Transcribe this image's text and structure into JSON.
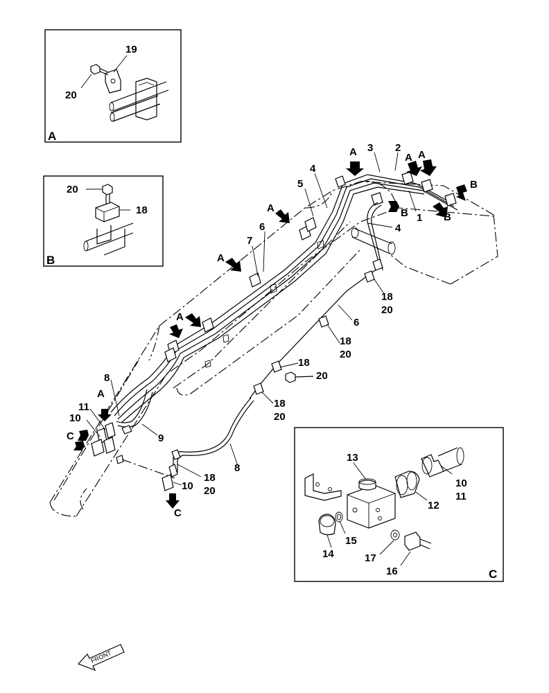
{
  "views": {
    "a": {
      "letter": "A",
      "labels": [
        "19",
        "20"
      ]
    },
    "b": {
      "letter": "B",
      "labels": [
        "20",
        "18"
      ]
    },
    "c": {
      "letter": "C",
      "labels": [
        "13",
        "10",
        "11",
        "12",
        "15",
        "14",
        "17",
        "16"
      ]
    }
  },
  "callouts": {
    "n1": "1",
    "n2": "2",
    "n3": "3",
    "n4a": "4",
    "n4b": "4",
    "n5": "5",
    "n6a": "6",
    "n6b": "6",
    "n7": "7",
    "n8a": "8",
    "n8b": "8",
    "n9": "9",
    "n10a": "10",
    "n10b": "10",
    "n11": "11",
    "n18a": "18",
    "n20a": "20",
    "n18b": "18",
    "n20b": "20",
    "n18c": "18",
    "n20c": "20",
    "n18d": "18",
    "n20d": "20",
    "n18e": "18",
    "n20e": "20"
  },
  "arrow_refs": {
    "a1": "A",
    "a2": "A",
    "a3": "A",
    "a4": "A",
    "a5": "A",
    "a6": "A",
    "a7": "A",
    "b1": "B",
    "b2": "B",
    "b3": "B",
    "c1": "C",
    "c2": "C"
  },
  "front_label": "FRONT"
}
